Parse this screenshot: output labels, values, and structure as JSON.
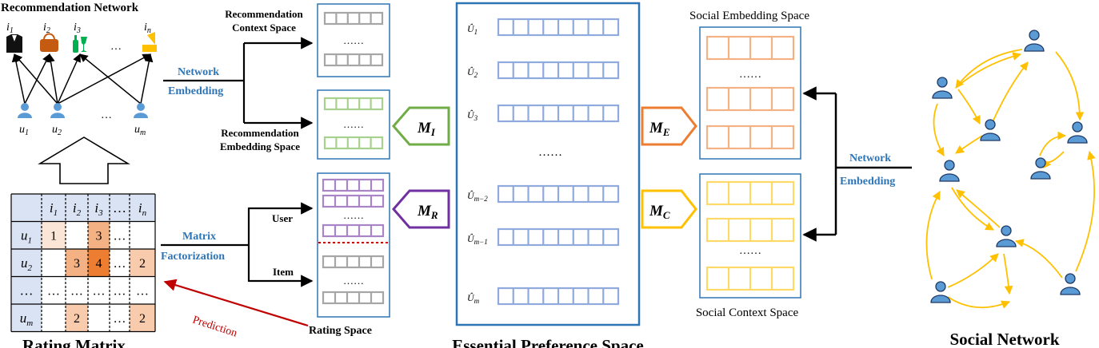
{
  "rec_network": {
    "title": "Recommendation Network",
    "items": [
      "i",
      "i",
      "i",
      "i"
    ],
    "item_subs": [
      "1",
      "2",
      "3",
      "n"
    ],
    "users": [
      "u",
      "u",
      "u"
    ],
    "user_subs": [
      "1",
      "2",
      "m"
    ],
    "ellipsis": "…"
  },
  "rating_matrix": {
    "title": "Rating Matrix",
    "col_headers": [
      "i1",
      "i2",
      "i3",
      "…",
      "in"
    ],
    "row_headers": [
      "u1",
      "u2",
      "…",
      "um"
    ],
    "cells": [
      [
        "1",
        "",
        "3",
        "…",
        ""
      ],
      [
        "",
        "3",
        "4",
        "…",
        "2"
      ],
      [
        "…",
        "…",
        "…",
        "…",
        "…"
      ],
      [
        "",
        "2",
        "",
        "…",
        "2"
      ]
    ]
  },
  "labels": {
    "network_embedding_left_1": "Network",
    "network_embedding_left_2": "Embedding",
    "rec_context_1": "Recommendation",
    "rec_context_2": "Context Space",
    "rec_embedding_1": "Recommendation",
    "rec_embedding_2": "Embedding Space",
    "matrix_1": "Matrix",
    "matrix_2": "Factorization",
    "user": "User",
    "item": "Item",
    "prediction": "Prediction",
    "rating_space": "Rating Space",
    "dots": "……",
    "essential_title": "Essential Preference Space",
    "social_embedding_space": "Social Embedding Space",
    "social_context_space": "Social Context Space",
    "network_embedding_right_1": "Network",
    "network_embedding_right_2": "Embedding",
    "social_network_title": "Social Network"
  },
  "mappings": {
    "mi": {
      "letter": "M",
      "sub": "I",
      "color": "#70ad47"
    },
    "mr": {
      "letter": "M",
      "sub": "R",
      "color": "#7030a0"
    },
    "me": {
      "letter": "M",
      "sub": "E",
      "color": "#ed7d31"
    },
    "mc": {
      "letter": "M",
      "sub": "C",
      "color": "#ffc000"
    }
  },
  "essential_rows": [
    {
      "sym": "Û",
      "sub": "1"
    },
    {
      "sym": "Û",
      "sub": "2"
    },
    {
      "sym": "Û",
      "sub": "3"
    },
    {
      "sym": "Û",
      "sub": "m−2"
    },
    {
      "sym": "Û",
      "sub": "m−1"
    },
    {
      "sym": "Û",
      "sub": "m"
    }
  ],
  "colors": {
    "blue_accent": "#2e75b6",
    "vector_blue": "#8faadc",
    "vector_gray": "#a6a6a6",
    "vector_green": "#a9d18e",
    "vector_purple": "#a985c8",
    "vector_orange": "#f4b183",
    "vector_yellow": "#ffd966",
    "prediction_red": "#c00000",
    "social_edge": "#ffc000",
    "person_fill": "#5b9bd5"
  }
}
